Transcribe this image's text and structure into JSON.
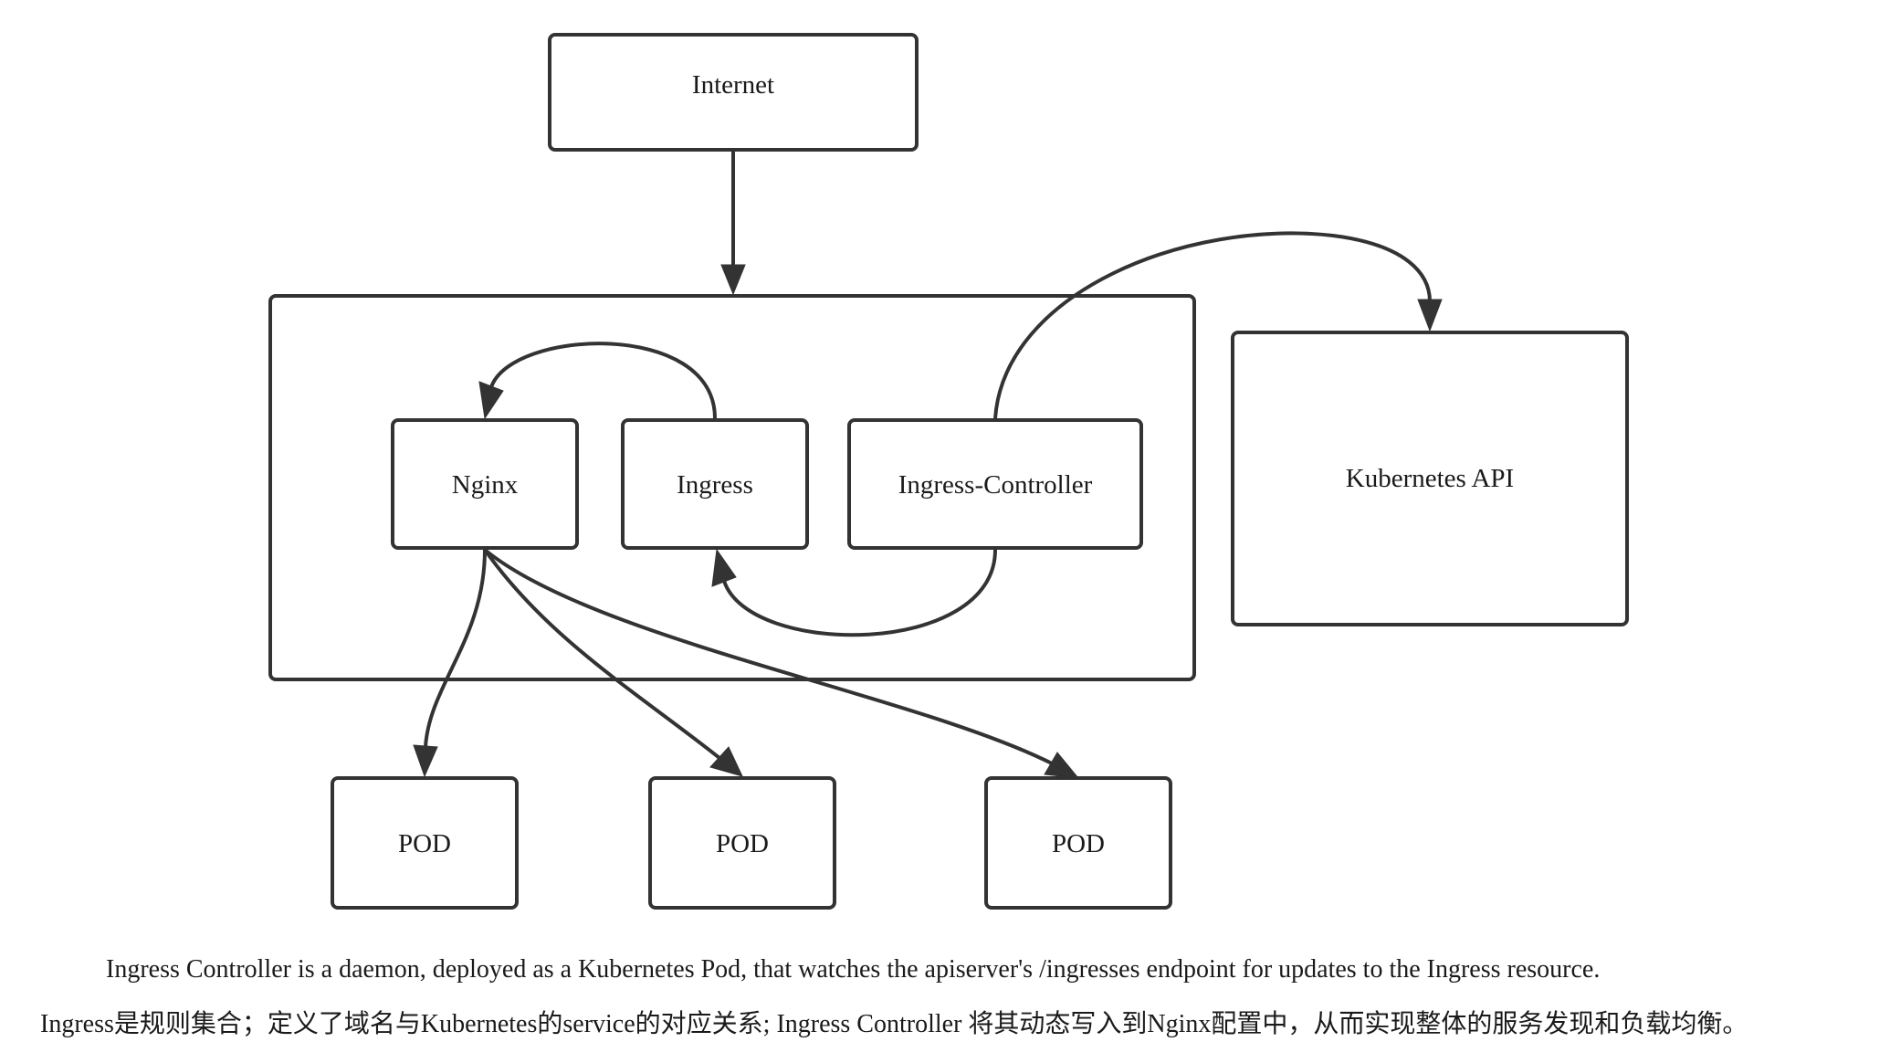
{
  "nodes": {
    "internet": "Internet",
    "nginx": "Nginx",
    "ingress": "Ingress",
    "ingress_controller": "Ingress-Controller",
    "kubernetes_api": "Kubernetes API",
    "pod_1": "POD",
    "pod_2": "POD",
    "pod_3": "POD"
  },
  "edges": [
    {
      "from": "internet",
      "to": "cluster"
    },
    {
      "from": "ingress",
      "to": "nginx"
    },
    {
      "from": "ingress_controller",
      "to": "ingress"
    },
    {
      "from": "ingress_controller",
      "to": "kubernetes_api"
    },
    {
      "from": "nginx",
      "to": "pod_1"
    },
    {
      "from": "nginx",
      "to": "pod_2"
    },
    {
      "from": "nginx",
      "to": "pod_3"
    }
  ],
  "captions": {
    "english": "Ingress Controller is a daemon, deployed as a Kubernetes Pod, that watches the apiserver's /ingresses endpoint for updates to the Ingress resource.",
    "chinese": "Ingress是规则集合；定义了域名与Kubernetes的service的对应关系; Ingress Controller 将其动态写入到Nginx配置中，从而实现整体的服务发现和负载均衡。"
  }
}
